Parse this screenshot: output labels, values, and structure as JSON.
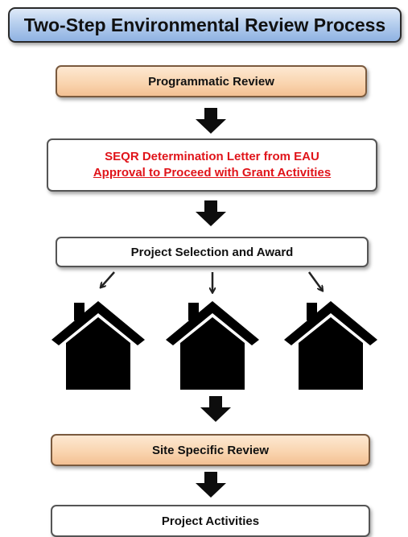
{
  "title": "Two-Step Environmental Review Process",
  "steps": {
    "programmatic": "Programmatic Review",
    "seqr_line1": "SEQR Determination Letter from EAU",
    "seqr_line2": "Approval to Proceed with Grant Activities",
    "selection": "Project Selection and Award",
    "site_review": "Site Specific Review",
    "activities": "Project Activities"
  },
  "icons": {
    "flow_arrow": "down-arrow-icon",
    "branch_arrow": "thin-arrow-icon",
    "house": "house-icon"
  },
  "colors": {
    "title_blue": "#b7cfee",
    "step_peach": "#f9d3ad",
    "emphasis_red": "#e0141a"
  }
}
